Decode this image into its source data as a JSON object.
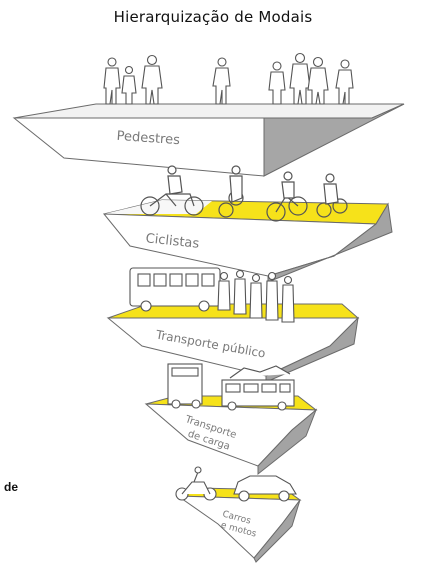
{
  "title": "Hierarquização de Modais",
  "side_label": "de",
  "levels": [
    {
      "label": "Pedestres",
      "icons": "pedestrians-icon"
    },
    {
      "label": "Ciclistas",
      "icons": "cyclists-icon"
    },
    {
      "label": "Transporte público",
      "icons": "bus-icon"
    },
    {
      "label_lines": [
        "Transporte",
        "de carga"
      ],
      "icons": "truck-icon"
    },
    {
      "label_lines": [
        "Carros",
        "e motos"
      ],
      "icons": "car-motorcycle-icon"
    }
  ],
  "colors": {
    "top_white": "#f7f7f7",
    "top_yellow": "#f6e21a",
    "front": "#ffffff",
    "side": "#a9a9a9",
    "edge": "#6b6b6b"
  }
}
